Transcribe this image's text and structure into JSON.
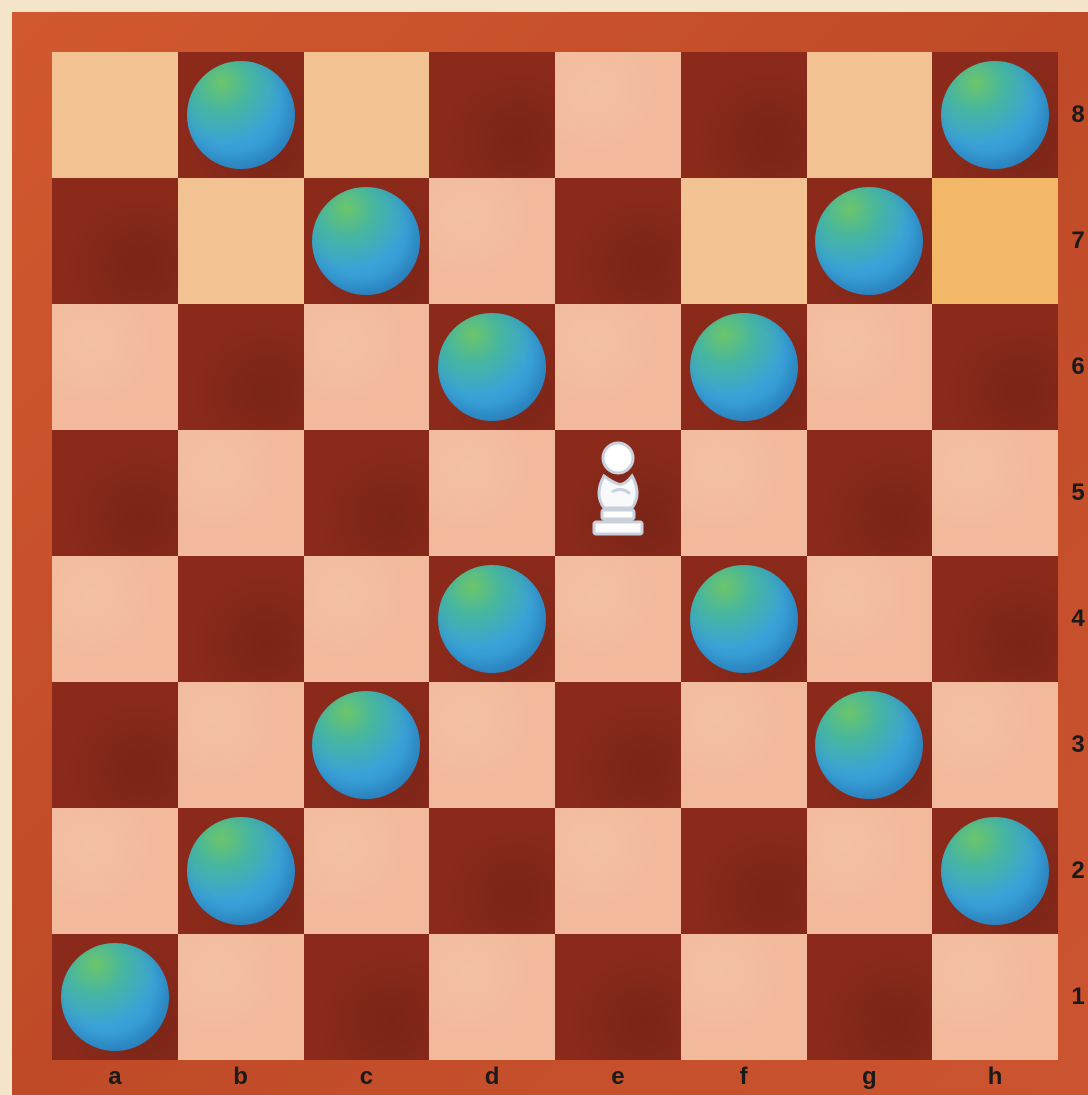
{
  "board": {
    "files": [
      "a",
      "b",
      "c",
      "d",
      "e",
      "f",
      "g",
      "h"
    ],
    "ranks": [
      "8",
      "7",
      "6",
      "5",
      "4",
      "3",
      "2",
      "1"
    ],
    "colors": {
      "light": "#f2b99a",
      "dark": "#8b2a1b",
      "frame": "#c9502a",
      "orb": "#3aa2d8"
    },
    "pieces": [
      {
        "square": "b8",
        "type": "orb",
        "icon": "blue-orb-icon"
      },
      {
        "square": "h8",
        "type": "orb",
        "icon": "blue-orb-icon"
      },
      {
        "square": "c7",
        "type": "orb",
        "icon": "blue-orb-icon"
      },
      {
        "square": "g7",
        "type": "orb",
        "icon": "blue-orb-icon"
      },
      {
        "square": "d6",
        "type": "orb",
        "icon": "blue-orb-icon"
      },
      {
        "square": "f6",
        "type": "orb",
        "icon": "blue-orb-icon"
      },
      {
        "square": "e5",
        "type": "pawn",
        "color": "white",
        "icon": "white-pawn-icon"
      },
      {
        "square": "d4",
        "type": "orb",
        "icon": "blue-orb-icon"
      },
      {
        "square": "f4",
        "type": "orb",
        "icon": "blue-orb-icon"
      },
      {
        "square": "c3",
        "type": "orb",
        "icon": "blue-orb-icon"
      },
      {
        "square": "g3",
        "type": "orb",
        "icon": "blue-orb-icon"
      },
      {
        "square": "b2",
        "type": "orb",
        "icon": "blue-orb-icon"
      },
      {
        "square": "h2",
        "type": "orb",
        "icon": "blue-orb-icon"
      },
      {
        "square": "a1",
        "type": "orb",
        "icon": "blue-orb-icon"
      }
    ]
  }
}
